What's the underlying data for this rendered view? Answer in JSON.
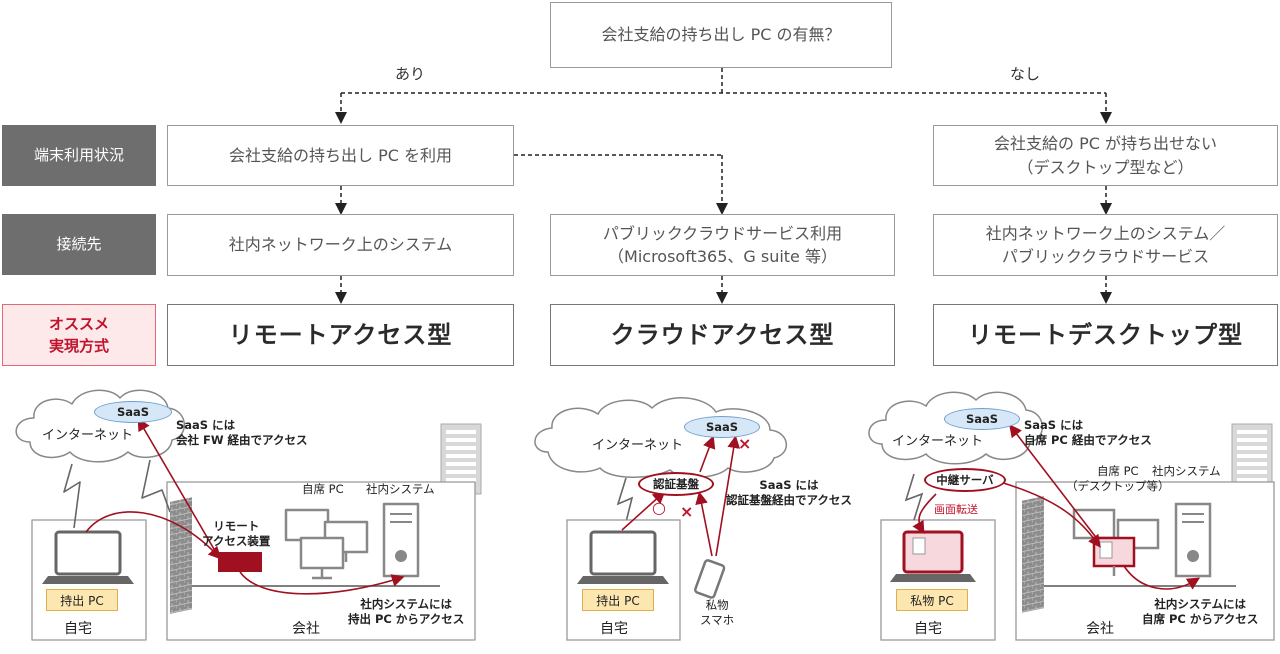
{
  "question": "会社支給の持ち出し PC の有無？",
  "branch_yes": "あり",
  "branch_no": "なし",
  "row_labels": {
    "terminal": "端末利用状況",
    "connection": "接続先",
    "recommend": "オススメ\n実現方式"
  },
  "terminal": {
    "left": "会社支給の持ち出し PC を利用",
    "right": "会社支給の PC が持ち出せない\n（デスクトップ型など）"
  },
  "connection": {
    "left": "社内ネットワーク上のシステム",
    "center": "パブリッククラウドサービス利用\n（Microsoft365、G suite 等）",
    "right": "社内ネットワーク上のシステム／\nパブリッククラウドサービス"
  },
  "methods": {
    "left": "リモートアクセス型",
    "center": "クラウドアクセス型",
    "right": "リモートデスクトップ型"
  },
  "diagram_left": {
    "saas": "SaaS",
    "internet": "インターネット",
    "saas_note": "SaaS には\n会社 FW 経由でアクセス",
    "own_pc": "自席 PC",
    "internal": "社内システム",
    "device": "リモート\nアクセス装置",
    "pc_tag": "持出 PC",
    "home": "自宅",
    "company": "会社",
    "access_note": "社内システムには\n持出 PC からアクセス"
  },
  "diagram_center": {
    "saas": "SaaS",
    "internet": "インターネット",
    "auth": "認証基盤",
    "saas_note": "SaaS には\n認証基盤経由でアクセス",
    "pc_tag": "持出 PC",
    "home": "自宅",
    "phone": "私物\nスマホ",
    "ok_mark": "○",
    "ng_mark": "×"
  },
  "diagram_right": {
    "saas": "SaaS",
    "internet": "インターネット",
    "saas_note": "SaaS には\n自席 PC 経由でアクセス",
    "relay": "中継サーバ",
    "screen": "画面転送",
    "own_pc": "自席 PC\n（デスクトップ等）",
    "internal": "社内システム",
    "pc_tag": "私物 PC",
    "home": "自宅",
    "company": "会社",
    "access_note": "社内システムには\n自席 PC からアクセス"
  },
  "colors": {
    "accent_red": "#a01020",
    "tag_yellow": "#fde7b0",
    "label_gray": "#6e6e6e",
    "saas_blue": "#d6e8f7"
  }
}
